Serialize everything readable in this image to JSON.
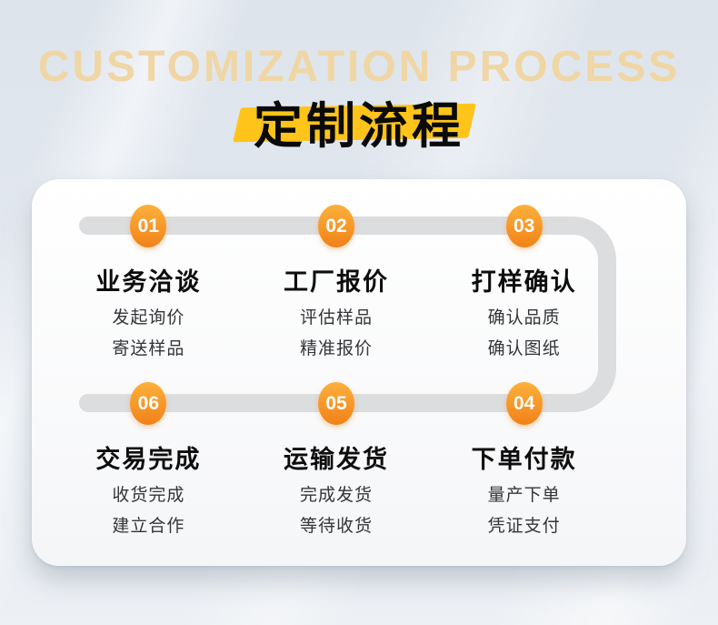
{
  "header": {
    "watermark": "CUSTOMIZATION PROCESS",
    "title": "定制流程"
  },
  "steps": [
    {
      "number": "01",
      "title": "业务洽谈",
      "lines": [
        "发起询价",
        "寄送样品"
      ]
    },
    {
      "number": "02",
      "title": "工厂报价",
      "lines": [
        "评估样品",
        "精准报价"
      ]
    },
    {
      "number": "03",
      "title": "打样确认",
      "lines": [
        "确认品质",
        "确认图纸"
      ]
    },
    {
      "number": "06",
      "title": "交易完成",
      "lines": [
        "收货完成",
        "建立合作"
      ]
    },
    {
      "number": "05",
      "title": "运输发货",
      "lines": [
        "完成发货",
        "等待收货"
      ]
    },
    {
      "number": "04",
      "title": "下单付款",
      "lines": [
        "量产下单",
        "凭证支付"
      ]
    }
  ],
  "colors": {
    "accent_orange": "#f28118",
    "accent_orange_light": "#fcb13c",
    "highlight_yellow": "#ffc41a",
    "watermark": "#f0d6a4",
    "track_gray": "#dcddde",
    "background": "#e4e9f0",
    "card": "#ffffff"
  }
}
